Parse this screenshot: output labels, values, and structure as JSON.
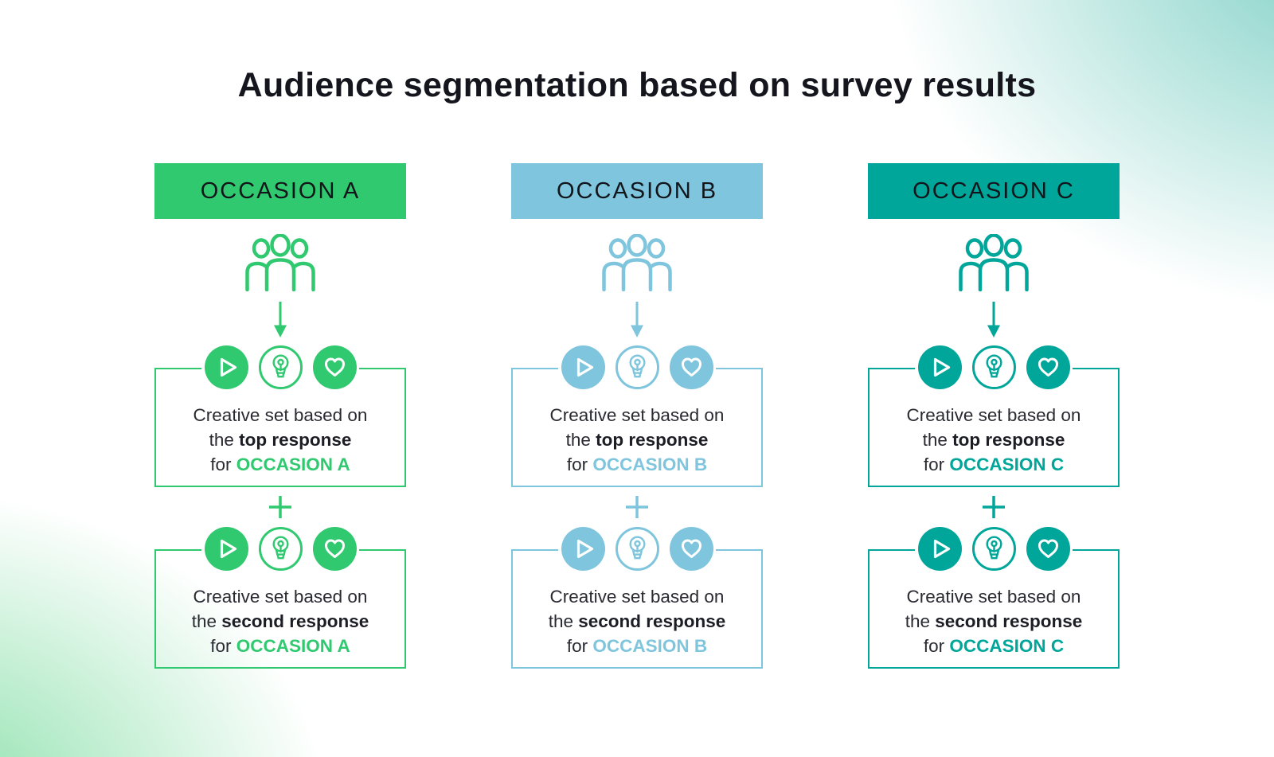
{
  "title": "Audience segmentation based on survey results",
  "icons": [
    "audience-icon",
    "arrow-down-icon",
    "play-icon",
    "lightbulb-icon",
    "heart-icon",
    "plus-icon"
  ],
  "colors": {
    "title_text": "#15151d",
    "header_text": "#12151a",
    "body_text": "#2a2a33",
    "background": "#ffffff",
    "bg_gradient_top_right": "#7ccfc4",
    "bg_gradient_bottom_left": "#87dfa8"
  },
  "columns": [
    {
      "id": "a",
      "header": "OCCASION A",
      "accent": "#30c96f",
      "top_box": {
        "line1": "Creative set based on",
        "line2_pre": "the",
        "line2_bold": "top response",
        "line3_pre": "for",
        "line3_accent": "OCCASION A"
      },
      "bottom_box": {
        "line1": "Creative set based on",
        "line2_pre": "the",
        "line2_bold": "second response",
        "line3_pre": "for",
        "line3_accent": "OCCASION A"
      }
    },
    {
      "id": "b",
      "header": "OCCASION B",
      "accent": "#7ec5dd",
      "top_box": {
        "line1": "Creative set based on",
        "line2_pre": "the",
        "line2_bold": "top response",
        "line3_pre": "for",
        "line3_accent": "OCCASION B"
      },
      "bottom_box": {
        "line1": "Creative set based on",
        "line2_pre": "the",
        "line2_bold": "second response",
        "line3_pre": "for",
        "line3_accent": "OCCASION B"
      }
    },
    {
      "id": "c",
      "header": "OCCASION C",
      "accent": "#00a69a",
      "top_box": {
        "line1": "Creative set based on",
        "line2_pre": "the",
        "line2_bold": "top response",
        "line3_pre": "for",
        "line3_accent": "OCCASION C"
      },
      "bottom_box": {
        "line1": "Creative set based on",
        "line2_pre": "the",
        "line2_bold": "second response",
        "line3_pre": "for",
        "line3_accent": "OCCASION C"
      }
    }
  ]
}
